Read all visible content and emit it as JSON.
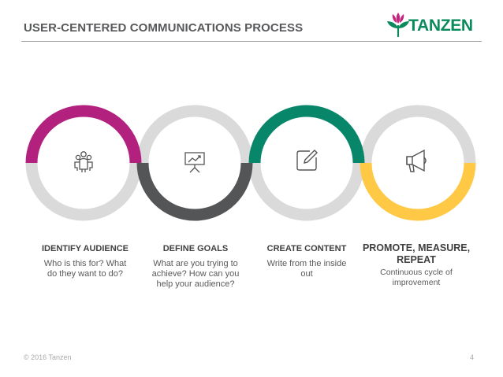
{
  "header": {
    "title": "USER-CENTERED COMMUNICATIONS PROCESS"
  },
  "logo": {
    "text": "TANZEN"
  },
  "colors": {
    "magenta": "#b3217f",
    "dark_gray": "#545557",
    "green": "#08866a",
    "yellow": "#ffc845",
    "ring_gray": "#dadada",
    "logo_green": "#0b8a5d",
    "logo_pink": "#c4257c"
  },
  "steps": [
    {
      "title": "IDENTIFY AUDIENCE",
      "description": "Who is this for? What do they want to do?",
      "icon": "audience-icon",
      "highlight": "top",
      "color": "magenta"
    },
    {
      "title": "DEFINE GOALS",
      "description": "What are you trying to achieve? How can you help your audience?",
      "icon": "presentation-chart-icon",
      "highlight": "bottom",
      "color": "dark_gray"
    },
    {
      "title": "CREATE CONTENT",
      "description": "Write from the inside out",
      "icon": "edit-icon",
      "highlight": "top",
      "color": "green"
    },
    {
      "title": "PROMOTE, MEASURE, REPEAT",
      "description": "Continuous cycle of improvement",
      "icon": "megaphone-icon",
      "highlight": "bottom",
      "color": "yellow"
    }
  ],
  "footer": {
    "copyright": "© 2016 Tanzen",
    "page_number": "4"
  }
}
